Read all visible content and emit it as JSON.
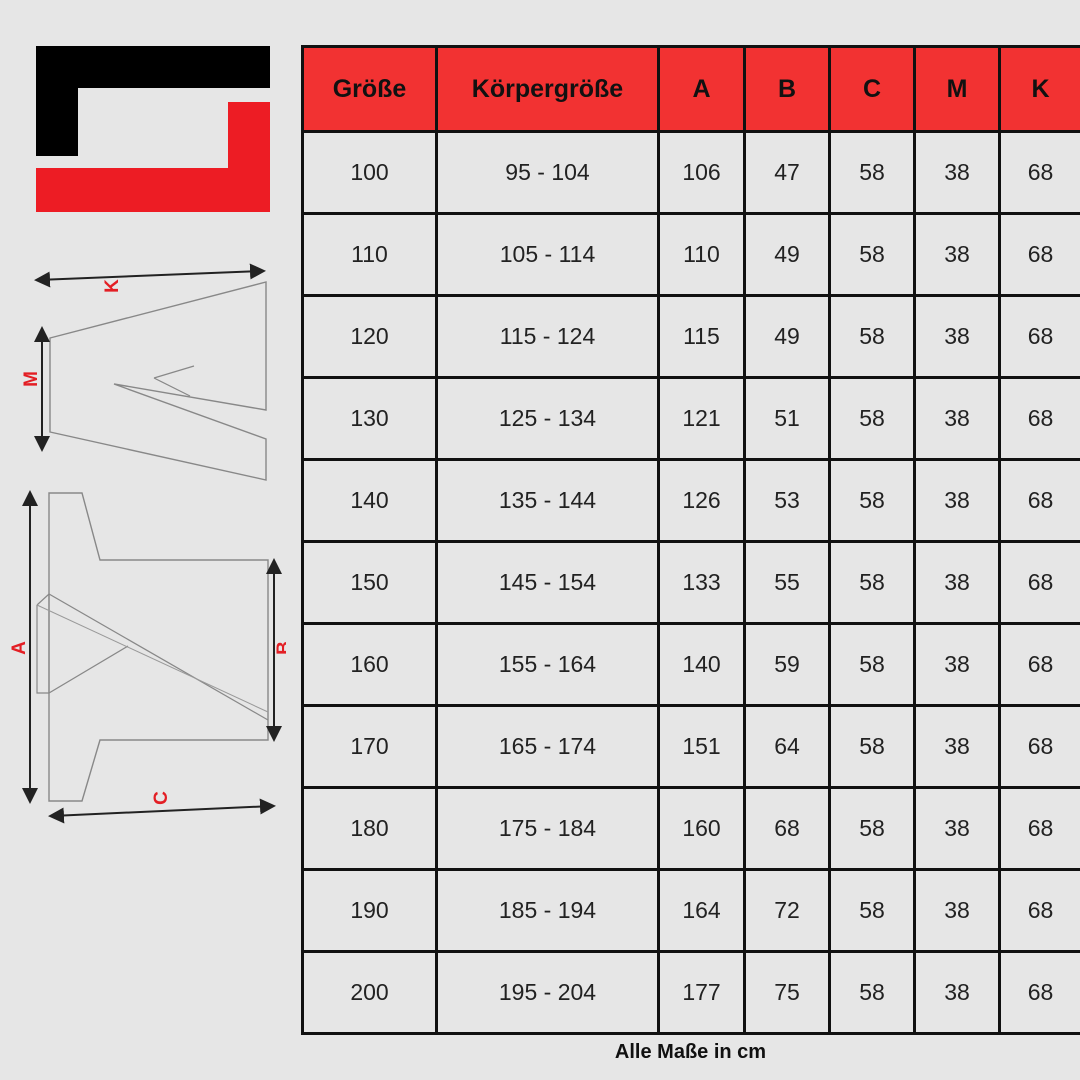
{
  "colors": {
    "accent": "#f23232",
    "logo_red": "#ed1c24",
    "text": "#111111",
    "background": "#e6e6e6"
  },
  "diagram": {
    "label_k": "K",
    "label_m": "M",
    "label_a": "A",
    "label_b": "B",
    "label_c": "C"
  },
  "table": {
    "headers": [
      "Größe",
      "Körpergröße",
      "A",
      "B",
      "C",
      "M",
      "K"
    ],
    "rows": [
      [
        "100",
        "95 - 104",
        "106",
        "47",
        "58",
        "38",
        "68"
      ],
      [
        "110",
        "105 - 114",
        "110",
        "49",
        "58",
        "38",
        "68"
      ],
      [
        "120",
        "115 - 124",
        "115",
        "49",
        "58",
        "38",
        "68"
      ],
      [
        "130",
        "125 - 134",
        "121",
        "51",
        "58",
        "38",
        "68"
      ],
      [
        "140",
        "135 - 144",
        "126",
        "53",
        "58",
        "38",
        "68"
      ],
      [
        "150",
        "145 - 154",
        "133",
        "55",
        "58",
        "38",
        "68"
      ],
      [
        "160",
        "155 - 164",
        "140",
        "59",
        "58",
        "38",
        "68"
      ],
      [
        "170",
        "165 - 174",
        "151",
        "64",
        "58",
        "38",
        "68"
      ],
      [
        "180",
        "175 - 184",
        "160",
        "68",
        "58",
        "38",
        "68"
      ],
      [
        "190",
        "185 - 194",
        "164",
        "72",
        "58",
        "38",
        "68"
      ],
      [
        "200",
        "195 - 204",
        "177",
        "75",
        "58",
        "38",
        "68"
      ]
    ]
  },
  "footnote": "Alle Maße in cm"
}
